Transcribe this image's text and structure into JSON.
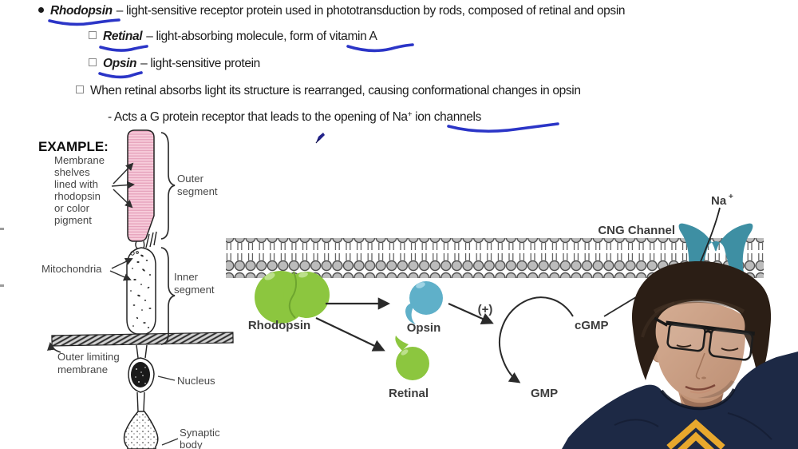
{
  "notes": {
    "line1": {
      "term": "Rhodopsin",
      "text": "– light-sensitive receptor protein used in phototransduction by rods, composed of retinal and opsin"
    },
    "line2": {
      "term": "Retinal",
      "text": "– light-absorbing molecule, form of vitamin A"
    },
    "line3": {
      "term": "Opsin",
      "text": "– light-sensitive protein"
    },
    "line4": {
      "text": "When retinal absorbs light its structure is rearranged, causing conformational changes in opsin"
    },
    "line5": {
      "pre": "- Acts a G protein receptor that leads to the opening of Na",
      "sup": "+",
      "post": " ion channels"
    }
  },
  "rod_diagram": {
    "heading": "EXAMPLE:",
    "labels": {
      "membrane_shelves_lines": [
        "Membrane",
        "shelves",
        "lined with",
        "rhodopsin",
        "or color",
        "pigment"
      ],
      "mitochondria": "Mitochondria",
      "outer_segment_lines": [
        "Outer",
        "segment"
      ],
      "inner_segment_lines": [
        "Inner",
        "segment"
      ],
      "outer_limiting_lines": [
        "Outer limiting",
        "membrane"
      ],
      "nucleus": "Nucleus",
      "synaptic_body_lines": [
        "Synaptic",
        "body"
      ]
    }
  },
  "pathway_diagram": {
    "rhodopsin": "Rhodopsin",
    "opsin": "Opsin",
    "retinal": "Retinal",
    "plus": "(+)",
    "cgmp": "cGMP",
    "gmp": "GMP",
    "cng_channel": "CNG Channel",
    "na": "Na",
    "na_sup": "+"
  },
  "colors": {
    "annotation_blue": "#2b35c7",
    "rhodopsin_green": "#8cc63f",
    "green_highlight": "#bce08b",
    "opsin_blue": "#5fb0c9",
    "cng_teal": "#3e8fa3",
    "outer_segment_pink": "#f7cddb",
    "outer_segment_stripe": "#e59fba",
    "membrane_gray": "#bcbcbc",
    "shirt_navy": "#1d2945",
    "logo_gold": "#e8a82d",
    "hair_brown": "#2b1e15",
    "text_dark": "#1c1c1c"
  },
  "webcam": {
    "description": "instructor with dark hair and glasses wearing a navy t-shirt with gold chevron logo"
  }
}
